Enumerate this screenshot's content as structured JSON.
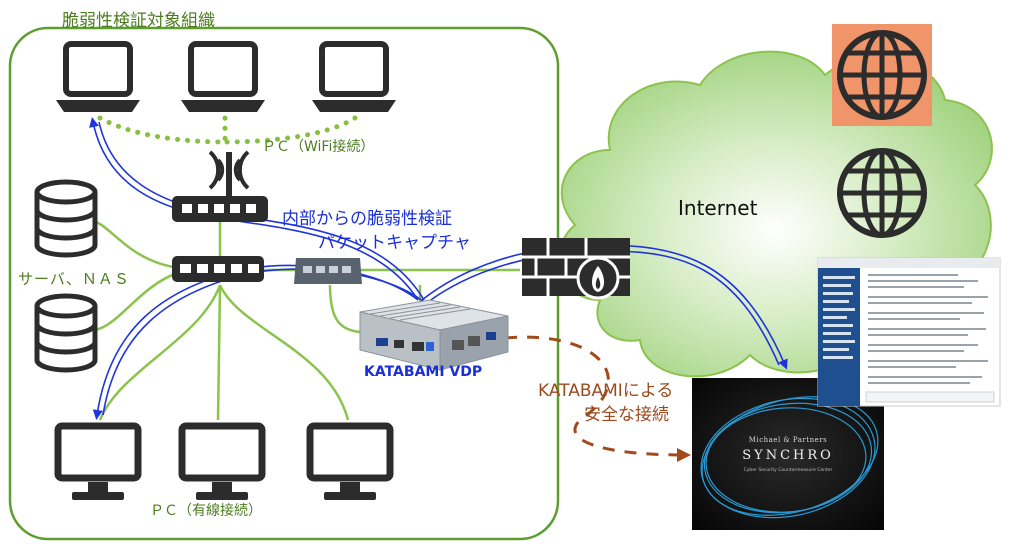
{
  "labels": {
    "org_title": "脆弱性検証対象組織",
    "pc_wifi": "ＰＣ（WiFi接続）",
    "server_nas": "サーバ、ＮＡＳ",
    "pc_wired": "ＰＣ（有線接続）",
    "capture_line1": "内部からの脆弱性検証",
    "capture_line2": "パケットキャプチャ",
    "device_name": "KATABAMI VDP",
    "secure_line1": "KATABAMIによる",
    "secure_line2": "安全な接続",
    "internet": "Internet"
  },
  "synchro_panel": {
    "company": "Michael & Partners",
    "brand": "SYNCHRO",
    "tagline": "Cyber Security Countermeasure Center"
  },
  "colors": {
    "org_border": "#5b9e2e",
    "cable": "#8cc34d",
    "wifi_dots": "#86c041",
    "capture_arrow": "#1f35d9",
    "secure_arrow": "#a24a1c",
    "cloud": "#a9d58a",
    "globe_bg": "#f0956a",
    "icon_dark": "#2c2c2c"
  }
}
